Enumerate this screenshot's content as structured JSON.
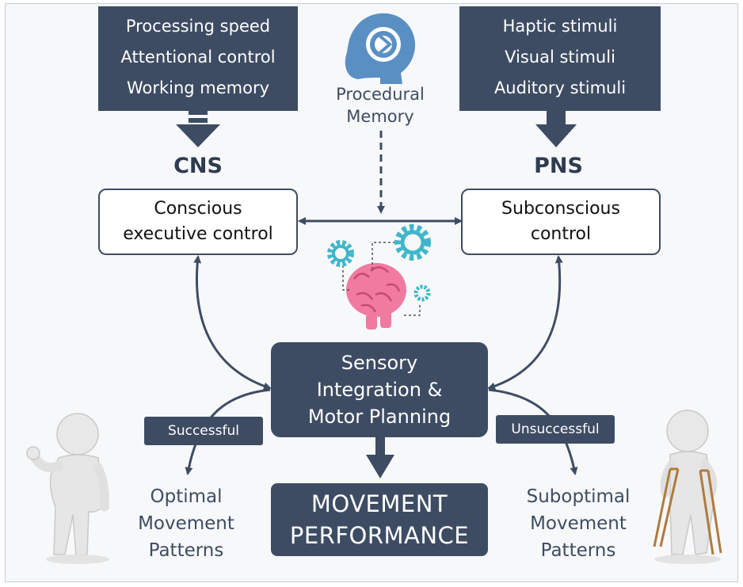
{
  "cns_inputs": [
    "Processing speed",
    "Attentional control",
    "Working memory"
  ],
  "pns_inputs": [
    "Haptic stimuli",
    "Visual stimuli",
    "Auditory stimuli"
  ],
  "procedural_memory": [
    "Procedural",
    "Memory"
  ],
  "cns": {
    "heading": "CNS",
    "lines": [
      "Conscious",
      "executive control"
    ]
  },
  "pns": {
    "heading": "PNS",
    "lines": [
      "Subconscious",
      "control"
    ]
  },
  "center": {
    "lines": [
      "Sensory",
      "Integration &",
      "Motor Planning"
    ]
  },
  "outcomes": {
    "successful_tag": "Successful",
    "unsuccessful_tag": "Unsuccessful",
    "optimal": [
      "Optimal",
      "Movement",
      "Patterns"
    ],
    "suboptimal": [
      "Suboptimal",
      "Movement",
      "Patterns"
    ]
  },
  "result": [
    "MOVEMENT",
    "PERFORMANCE"
  ],
  "colors": {
    "dark": "#3e4c63",
    "accent": "#5a8fc4",
    "gear": "#3fb7c9",
    "brain": "#f07aa0"
  },
  "icons": [
    "head-gear-icon",
    "brain-icon",
    "gear-icon",
    "figure-ok-icon",
    "figure-crutches-icon"
  ]
}
